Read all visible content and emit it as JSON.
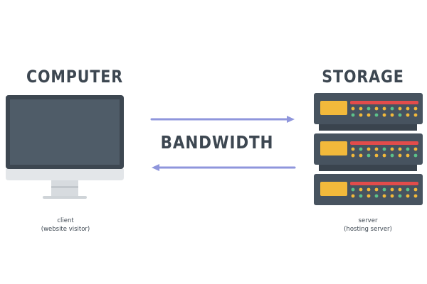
{
  "labels": {
    "computer": "COMPUTER",
    "storage": "STORAGE",
    "bandwidth": "BANDWIDTH"
  },
  "captions": {
    "client": [
      "client",
      "(website visitor)"
    ],
    "server": [
      "server",
      "(hosting server)"
    ]
  },
  "colors": {
    "text": "#3d4751",
    "monitor_frame": "#3d4751",
    "monitor_screen": "#4f5c68",
    "monitor_chin": "#e3e6e9",
    "stand": "#cfd4d8",
    "arrow": "#8f96dc",
    "server_body": "#47535f",
    "server_panel": "#f2b93b",
    "led_red": "#e24c4b",
    "led_yellow": "#f2b93b",
    "led_green": "#5cc28a"
  },
  "icons": {
    "computer": "desktop-monitor-icon",
    "storage": "server-rack-icon",
    "arrow_right": "arrow-right-icon",
    "arrow_left": "arrow-left-icon"
  }
}
